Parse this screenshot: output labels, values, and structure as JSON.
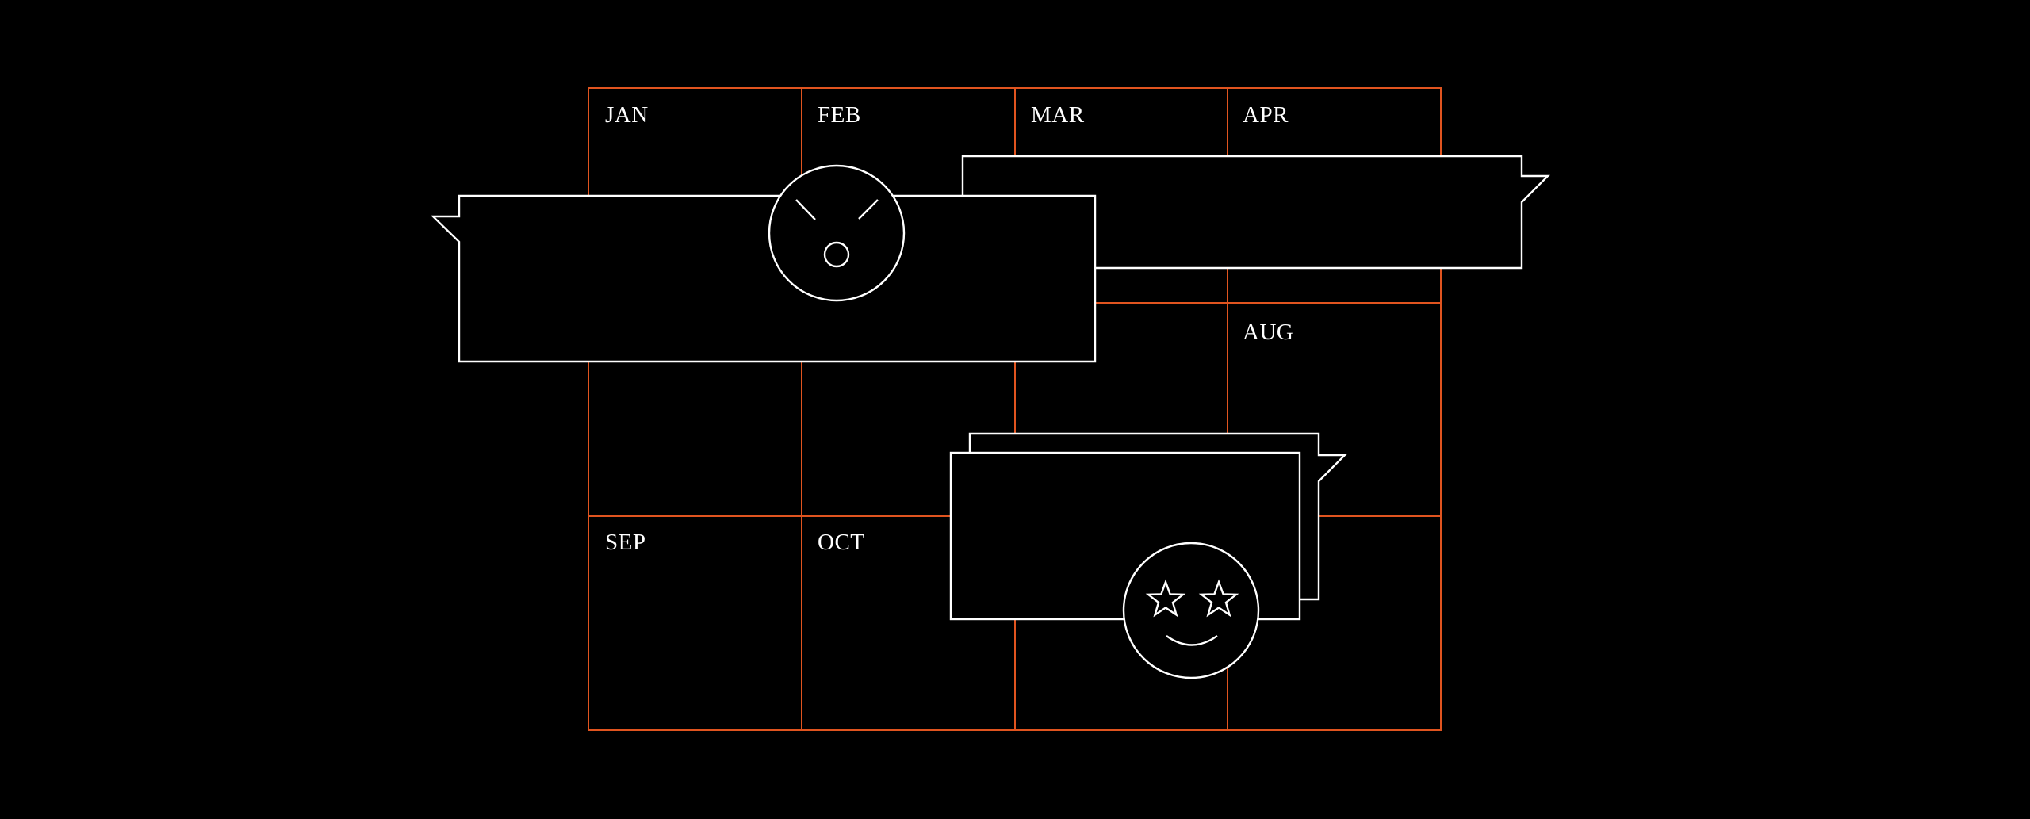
{
  "colors": {
    "background": "#000000",
    "grid": "#e0541f",
    "illustration": "#ffffff"
  },
  "calendar": {
    "months": [
      {
        "label": "JAN"
      },
      {
        "label": "FEB"
      },
      {
        "label": "MAR"
      },
      {
        "label": "APR"
      },
      {
        "label": "AUG"
      },
      {
        "label": "SEP"
      },
      {
        "label": "OCT"
      }
    ]
  },
  "icons": {
    "angry_face": "shocked-face-icon",
    "happy_face": "star-eyes-face-icon"
  }
}
